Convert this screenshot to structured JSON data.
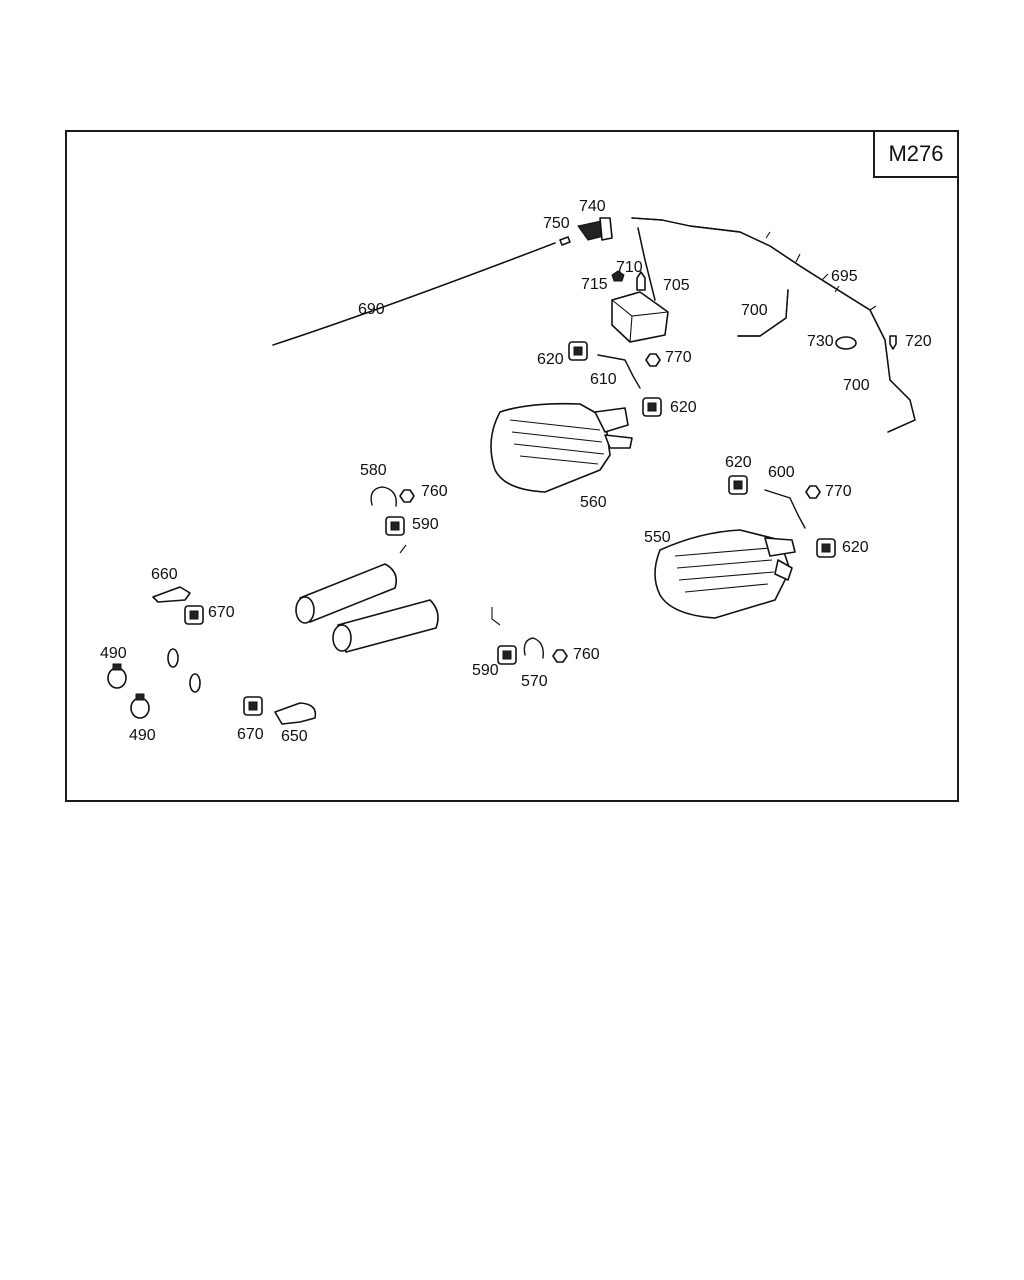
{
  "diagram": {
    "engine_code": "M276",
    "labels": {
      "p490a": "490",
      "p490b": "490",
      "p550": "550",
      "p560": "560",
      "p570": "570",
      "p580": "580",
      "p590a": "590",
      "p590b": "590",
      "p600": "600",
      "p610": "610",
      "p620a": "620",
      "p620b": "620",
      "p620c": "620",
      "p620d": "620",
      "p650": "650",
      "p660": "660",
      "p670a": "670",
      "p670b": "670",
      "p690": "690",
      "p695": "695",
      "p700a": "700",
      "p700b": "700",
      "p705": "705",
      "p710": "710",
      "p715": "715",
      "p720": "720",
      "p730": "730",
      "p740": "740",
      "p750": "750",
      "p760a": "760",
      "p760b": "760",
      "p770a": "770",
      "p770b": "770"
    }
  }
}
